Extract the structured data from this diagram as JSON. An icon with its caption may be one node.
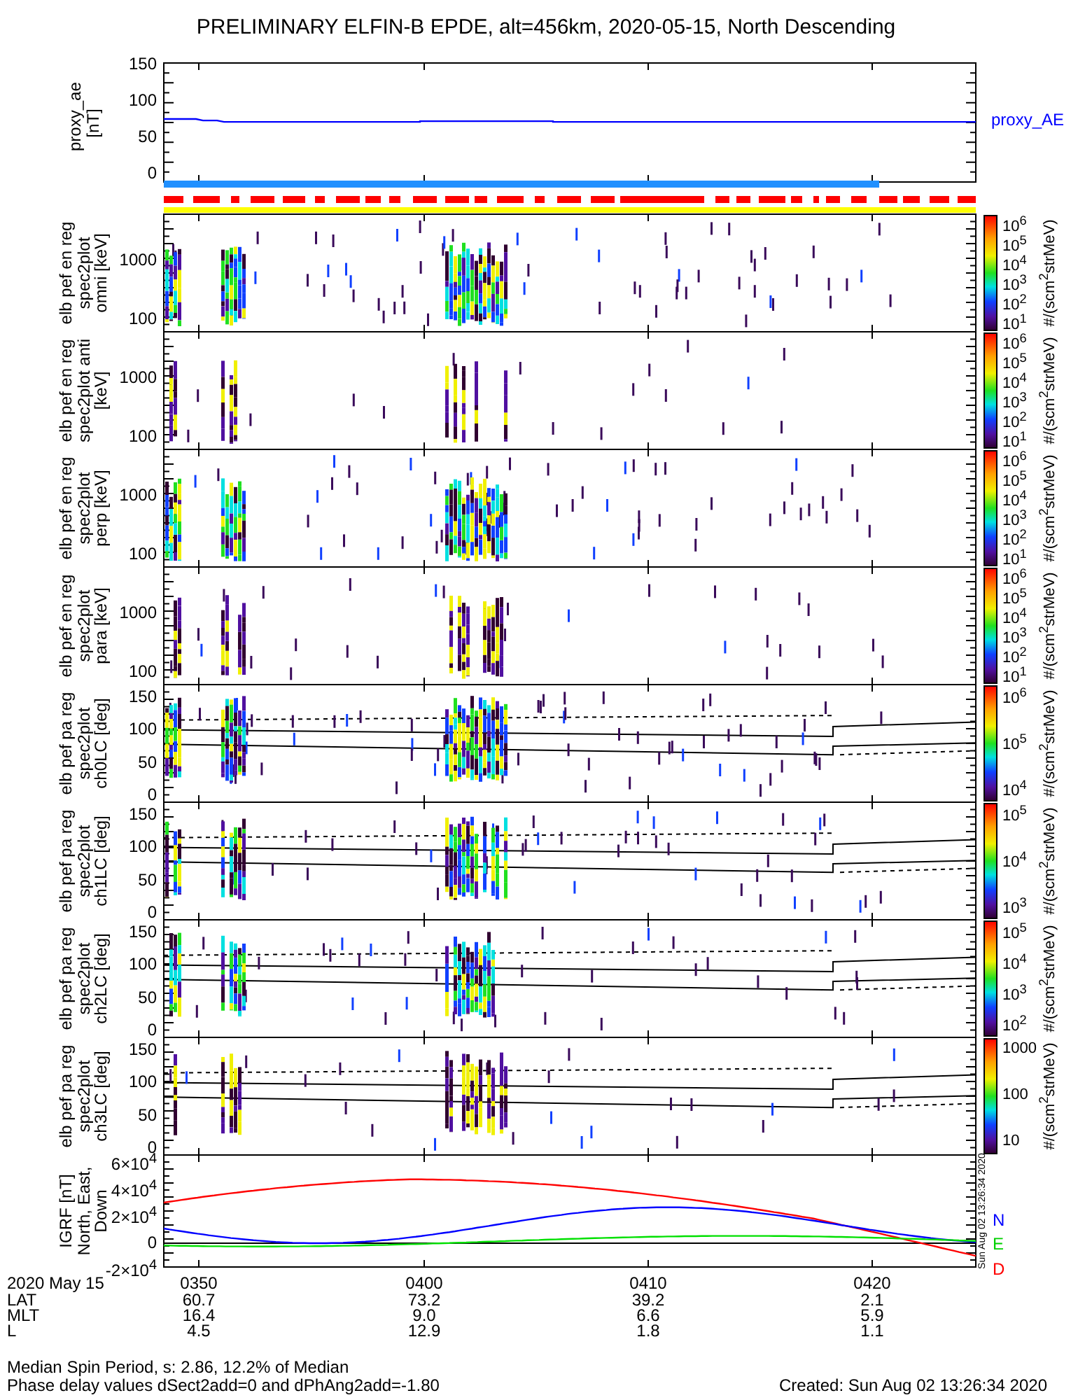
{
  "diagram": {
    "title": "PRELIMINARY ELFIN-B EPDE, alt=456km, 2020-05-15, North Descending",
    "labels": [
      "proxy_ae [nT]",
      "150",
      "100",
      "50",
      "0",
      "proxy_AE",
      "elb pef en reg spec2plot omni [keV]",
      "1000",
      "100",
      "10$^{6}$",
      "10$^{5}$",
      "10$^{4}$",
      "10$^{3}$",
      "10$^{2}$",
      "10$^{1}$",
      "#/(scm$^{2}$strMeV)",
      "elb pef en reg spec2plot anti [keV]",
      "1000",
      "100",
      "10$^{6}$",
      "10$^{5}$",
      "10$^{4}$",
      "10$^{3}$",
      "10$^{2}$",
      "10$^{1}$",
      "#/(scm$^{2}$strMeV)",
      "elb pef en reg spec2plot perp [keV]",
      "1000",
      "100",
      "10$^{6}$",
      "10$^{5}$",
      "10$^{4}$",
      "10$^{3}$",
      "10$^{2}$",
      "10$^{1}$",
      "#/(scm$^{2}$strMeV)",
      "elb pef en reg spec2plot para [keV]",
      "1000",
      "100",
      "10$^{6}$",
      "10$^{5}$",
      "10$^{4}$",
      "10$^{3}$",
      "10$^{2}$",
      "10$^{1}$",
      "#/(scm$^{2}$strMeV)",
      "elb pef pa reg spec2plot ch0LC [deg]",
      "150",
      "100",
      "50",
      "0",
      "10$^{6}$",
      "10$^{5}$",
      "10$^{4}$",
      "#/(scm$^{2}$strMeV)",
      "elb pef pa reg spec2plot ch1LC [deg]",
      "150",
      "100",
      "50",
      "0",
      "10$^{5}$",
      "10$^{4}$",
      "10$^{3}$",
      "#/(scm$^{2}$strMeV)",
      "elb pef pa reg spec2plot ch2LC [deg]",
      "150",
      "100",
      "50",
      "0",
      "10$^{5}$",
      "10$^{4}$",
      "10$^{3}$",
      "10$^{2}$",
      "#/(scm$^{2}$strMeV)",
      "elb pef pa reg spec2plot ch3LC [deg]",
      "150",
      "100",
      "50",
      "0",
      "1000",
      "100",
      "10",
      "#/(scm$^{2}$strMeV)",
      "IGRF [nT] North, East, Down",
      "6×10$^{4}$",
      "4×10$^{4}$",
      "2×10$^{4}$",
      "0",
      "-2×10$^{4}$",
      "N",
      "E",
      "D",
      "Sun Aug 02 13:26:34 2020",
      "2020 May 15",
      "0350",
      "0400",
      "0410",
      "0420",
      "LAT",
      "60.7",
      "73.2",
      "39.2",
      "2.1",
      "MLT",
      "16.4",
      "9.0",
      "6.6",
      "5.9",
      "L",
      "4.5",
      "12.9",
      "1.8",
      "1.1",
      "Median Spin Period, s: 2.86, 12.2% of Median",
      "Phase delay values dSect2add=0 and dPhAng2add=-1.80",
      "Created: Sun Aug 02 13:26:34 2020"
    ]
  }
}
